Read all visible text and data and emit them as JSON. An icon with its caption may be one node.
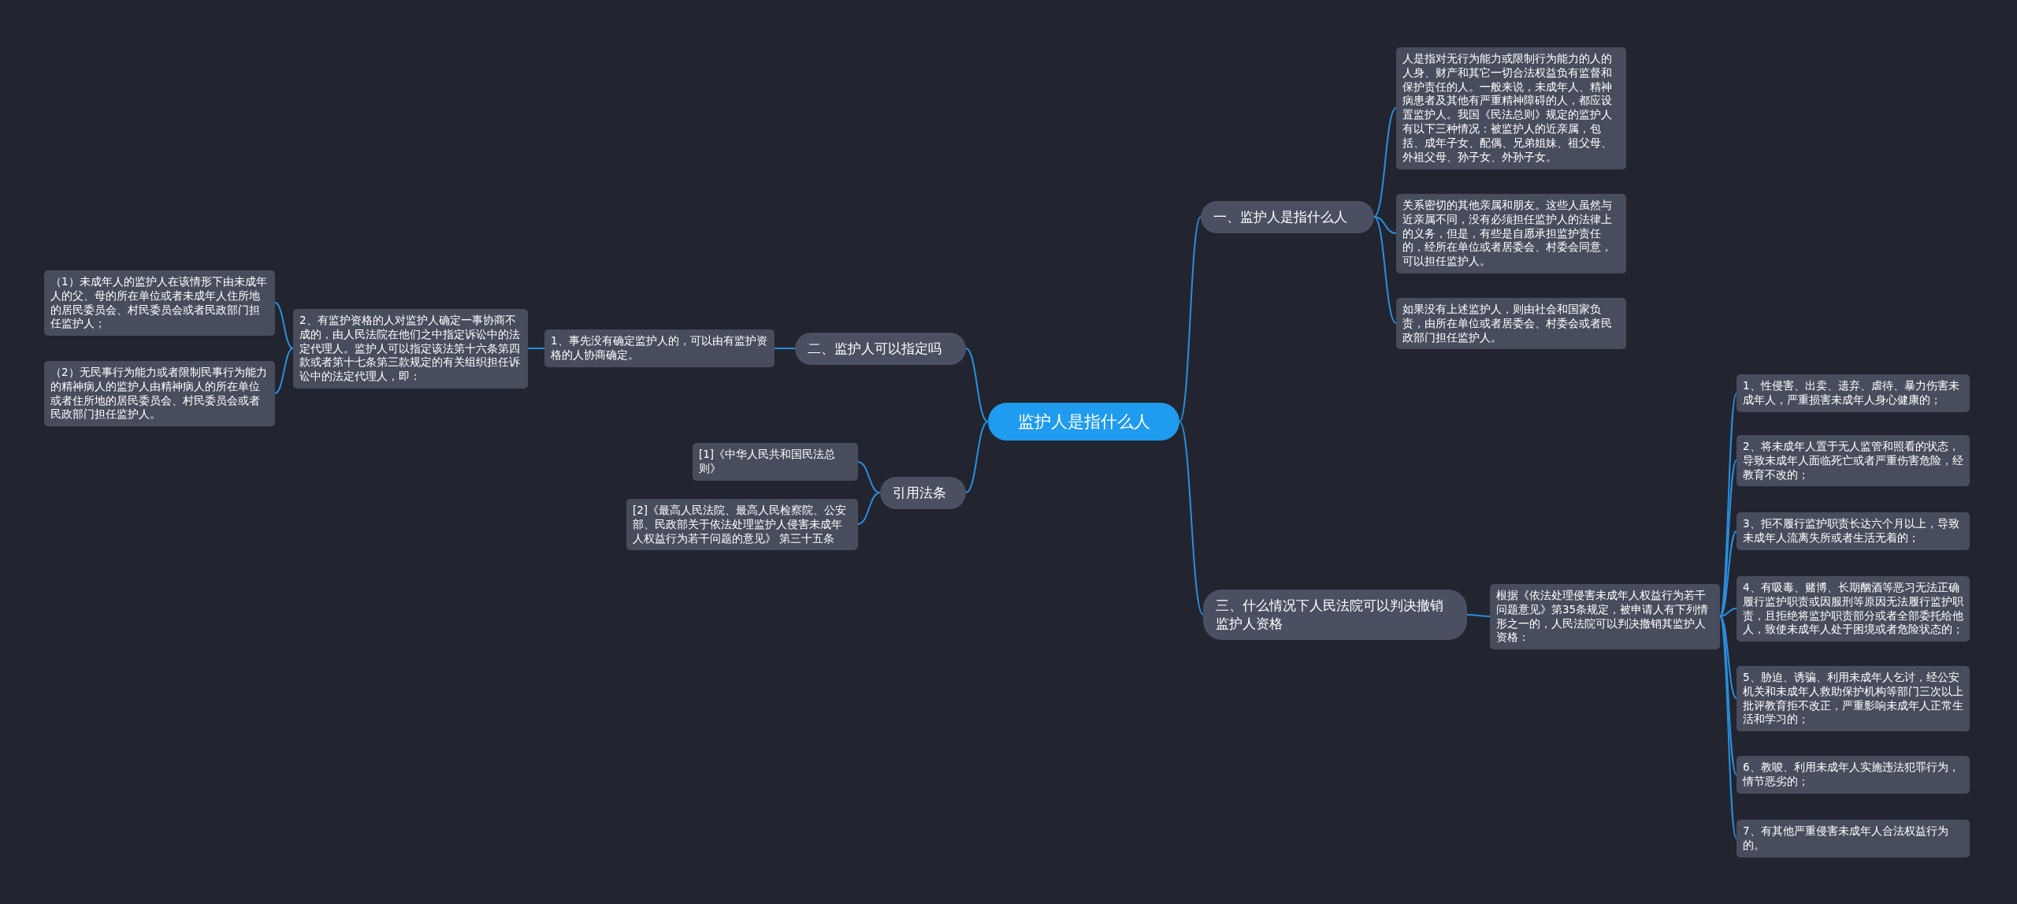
{
  "diagram": {
    "nodes": [
      {
        "text": [
          "监护人是指什么人"
        ]
      },
      {
        "text": [
          "一、监护人是指什么人"
        ]
      },
      {
        "text": [
          "人是指对无行为能力或限制行为能力的人的人身、财产和其它一切合法权益负有监督和保护责任的人。一般来说，未成年人、精神病患者及其他有严重精神障碍的人，都应设置监护人。我国《民法总则》规定的监护人有以下三种情况：被监护人的近亲属，包括、成年子女、配偶、兄弟姐妹、祖父母、外祖父母、孙子女、外孙子女。"
        ]
      },
      {
        "text": [
          "关系密切的其他亲属和朋友。这些人虽然与近亲属不同，没有必须担任监护人的法律上的义务，但是，有些是自愿承担监护责任的，经所在单位或者居委会、村委会同意，可以担任监护人。"
        ]
      },
      {
        "text": [
          "如果没有上述监护人，则由社会和国家负责，由所在单位或者居委会、村委会或者民政部门担任监护人。"
        ]
      },
      {
        "text": [
          "二、监护人可以指定吗"
        ]
      },
      {
        "text": [
          "1、事先没有确定监护人的，可以由有监护资格的人协商确定。"
        ]
      },
      {
        "text": [
          "2、有监护资格的人对监护人确定一事协商不成的，由人民法院在他们之中指定诉讼中的法定代理人。监护人可以指定该法第十六条第四款或者第十七条第三款规定的有关组织担任诉讼中的法定代理人，即："
        ]
      },
      {
        "text": [
          "（1）未成年人的监护人在该情形下由未成年人的父、母的所在单位或者未成年人住所地的居民委员会、村民委员会或者民政部门担任监护人；"
        ]
      },
      {
        "text": [
          "（2）无民事行为能力或者限制民事行为能力的精神病人的监护人由精神病人的所在单位或者住所地的居民委员会、村民委员会或者民政部门担任监护人。"
        ]
      },
      {
        "text": [
          "引用法条"
        ]
      },
      {
        "text": [
          "[1]《中华人民共和国民法总则》"
        ]
      },
      {
        "text": [
          "[2]《最高人民法院、最高人民检察院、公安部、民政部关于依法处理监护人侵害未成年人权益行为若干问题的意见》 第三十五条"
        ]
      },
      {
        "text": [
          "三、什么情况下人民法院可以判决撤销监护人资格"
        ]
      },
      {
        "text": [
          "根据《依法处理侵害未成年人权益行为若干问题意见》第35条规定，被申请人有下列情形之一的，人民法院可以判决撤销其监护人资格："
        ]
      },
      {
        "text": [
          "1、性侵害、出卖、遗弃、虐待、暴力伤害未成年人，严重损害未成年人身心健康的；"
        ]
      },
      {
        "text": [
          "2、将未成年人置于无人监管和照看的状态，导致未成年人面临死亡或者严重伤害危险，经教育不改的；"
        ]
      },
      {
        "text": [
          "3、拒不履行监护职责长达六个月以上，导致未成年人流离失所或者生活无着的；"
        ]
      },
      {
        "text": [
          "4、有吸毒、赌博、长期酗酒等恶习无法正确履行监护职责或因服刑等原因无法履行监护职责，且拒绝将监护职责部分或者全部委托给他人，致使未成年人处于困境或者危险状态的；"
        ]
      },
      {
        "text": [
          "5、胁迫、诱骗、利用未成年人乞讨，经公安机关和未成年人救助保护机构等部门三次以上批评教育拒不改正，严重影响未成年人正常生活和学习的；"
        ]
      },
      {
        "text": [
          "6、教唆、利用未成年人实施违法犯罪行为，情节恶劣的；"
        ]
      },
      {
        "text": [
          "7、有其他严重侵害未成年人合法权益行为的。"
        ]
      }
    ],
    "edges": [
      {
        "from": 0,
        "to": 1,
        "arrow": "none"
      },
      {
        "from": 1,
        "to": 2,
        "arrow": "none"
      },
      {
        "from": 1,
        "to": 3,
        "arrow": "none"
      },
      {
        "from": 1,
        "to": 4,
        "arrow": "none"
      },
      {
        "from": 0,
        "to": 5,
        "arrow": "none"
      },
      {
        "from": 5,
        "to": 6,
        "arrow": "none"
      },
      {
        "from": 6,
        "to": 7,
        "arrow": "none"
      },
      {
        "from": 7,
        "to": 8,
        "arrow": "none"
      },
      {
        "from": 7,
        "to": 9,
        "arrow": "none"
      },
      {
        "from": 0,
        "to": 10,
        "arrow": "none"
      },
      {
        "from": 10,
        "to": 11,
        "arrow": "none"
      },
      {
        "from": 10,
        "to": 12,
        "arrow": "none"
      },
      {
        "from": 0,
        "to": 13,
        "arrow": "none"
      },
      {
        "from": 13,
        "to": 14,
        "arrow": "none"
      },
      {
        "from": 14,
        "to": 15,
        "arrow": "none"
      },
      {
        "from": 14,
        "to": 16,
        "arrow": "none"
      },
      {
        "from": 14,
        "to": 17,
        "arrow": "none"
      },
      {
        "from": 14,
        "to": 18,
        "arrow": "none"
      },
      {
        "from": 14,
        "to": 19,
        "arrow": "none"
      },
      {
        "from": 14,
        "to": 20,
        "arrow": "none"
      },
      {
        "from": 14,
        "to": 21,
        "arrow": "none"
      }
    ]
  }
}
